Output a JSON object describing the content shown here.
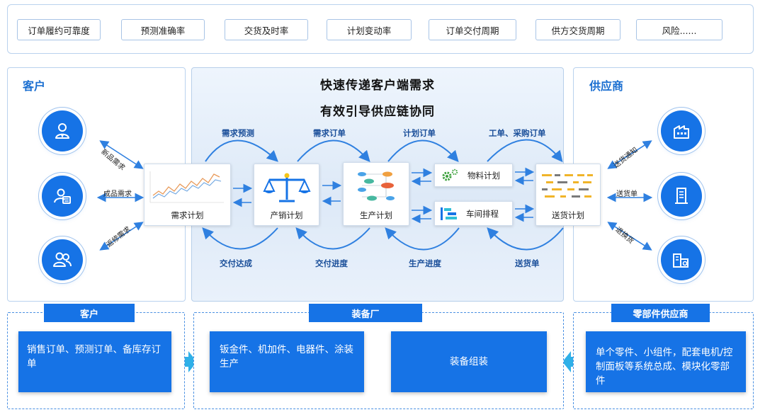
{
  "metrics": [
    "订单履约可靠度",
    "预测准确率",
    "交货及时率",
    "计划变动率",
    "订单交付周期",
    "供方交货周期",
    "风险......"
  ],
  "customer_panel": {
    "title": "客户"
  },
  "supplier_panel": {
    "title": "供应商"
  },
  "center": {
    "title_line1": "快速传递客户端需求",
    "title_line2": "有效引导供应链协同",
    "top_flows": [
      "需求预测",
      "需求订单",
      "计划订单",
      "工单、采购订单"
    ],
    "bottom_flows": [
      "交付达成",
      "交付进度",
      "生产进度",
      "送货单"
    ],
    "nodes": {
      "demand_plan": "需求计划",
      "sales_ops_plan": "产销计划",
      "production_plan": "生产计划",
      "material_plan": "物料计划",
      "shop_schedule": "车间排程",
      "delivery_plan": "送货计划"
    }
  },
  "customer_links": [
    "新品需求",
    "成品需求",
    "返修需求"
  ],
  "supplier_links": [
    "送货通知",
    "送货单",
    "退换货"
  ],
  "bottom": {
    "customer": {
      "tab": "客户",
      "text": "销售订单、预测订单、备库存订单"
    },
    "factory": {
      "tab": "装备厂",
      "parts_text": "钣金件、机加件、电器件、涂装生产",
      "assembly_text": "装备组装"
    },
    "supplier": {
      "tab": "零部件供应商",
      "text": "单个零件、小组件，配套电机/控制面板等系统总成、模块化零部件"
    }
  },
  "colors": {
    "primary": "#1673e6",
    "title": "#1b6fd1",
    "flow_label": "#1b4f9a",
    "arrow": "#2f80e0"
  }
}
